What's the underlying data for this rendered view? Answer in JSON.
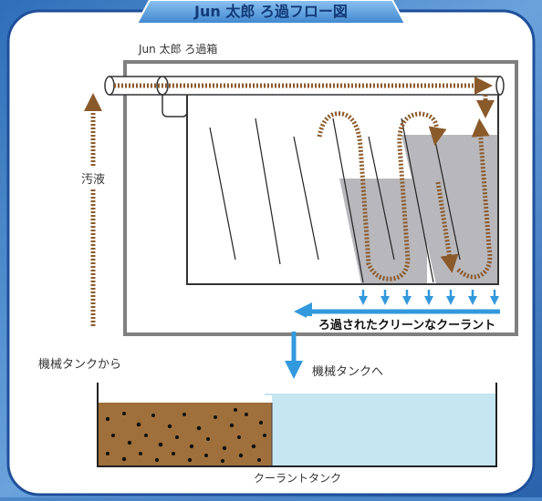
{
  "title": "Jun 太郎 ろ過フロー図",
  "box_label": "Jun 太郎 ろ過箱",
  "dirty_label": "汚液",
  "from_machine": "機械タンクから",
  "clean_label": "ろ過されたクリーンなクーラント",
  "to_machine": "機械タンクへ",
  "tank_label": "クーラントタンク",
  "colors": {
    "background_blue": "#4a86c8",
    "panel": "#ffffff",
    "frame": "#808080",
    "flow_brown": "#8b5a2b",
    "clean_blue": "#3399dd",
    "sludge": "#a0703c",
    "clean_water": "#c6e6f2",
    "filtered_gray": "#b8b8bc"
  }
}
